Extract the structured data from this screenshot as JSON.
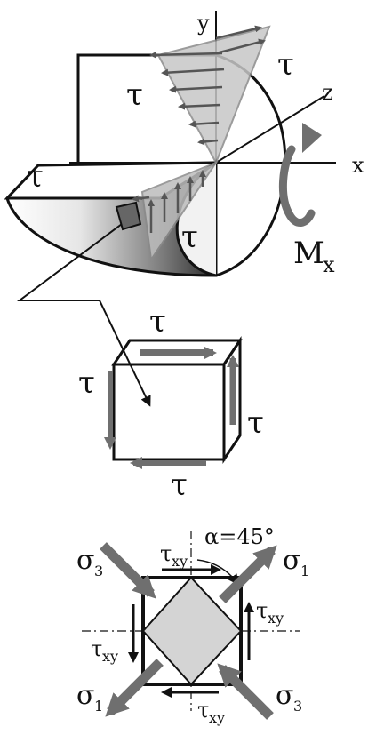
{
  "top_figure": {
    "axis_y": "y",
    "axis_z": "z",
    "axis_x": "x",
    "tau_upper": "τ",
    "tau_left": "τ",
    "tau_right": "τ",
    "tau_lower": "τ",
    "moment_main": "M",
    "moment_sub": "x"
  },
  "cube_figure": {
    "tau_top": "τ",
    "tau_left": "τ",
    "tau_right": "τ",
    "tau_bottom": "τ"
  },
  "stress_element": {
    "angle_label": "α=45°",
    "sigma3_top_main": "σ",
    "sigma3_top_sub": "3",
    "sigma1_top_main": "σ",
    "sigma1_top_sub": "1",
    "sigma1_bottom_main": "σ",
    "sigma1_bottom_sub": "1",
    "sigma3_bottom_main": "σ",
    "sigma3_bottom_sub": "3",
    "tauxy_top_main": "τ",
    "tauxy_top_sub": "xy",
    "tauxy_right_main": "τ",
    "tauxy_right_sub": "xy",
    "tauxy_left_main": "τ",
    "tauxy_left_sub": "xy",
    "tauxy_bottom_main": "τ",
    "tauxy_bottom_sub": "xy"
  },
  "colors": {
    "arrow_gray": "#6f6f6f",
    "shear_fill": "#b9b9b9",
    "diamond_fill": "#d4d4d4",
    "line": "#111111"
  }
}
